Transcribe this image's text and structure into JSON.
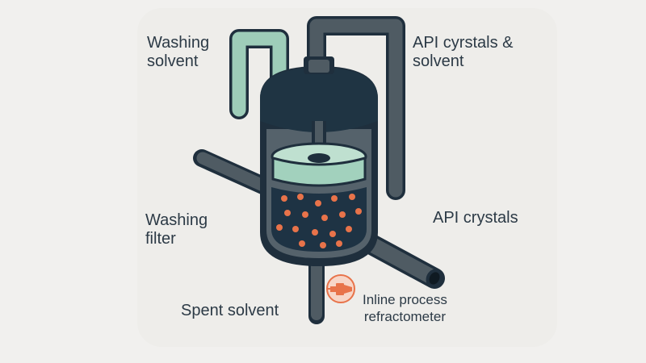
{
  "labels": {
    "washing_solvent": "Washing\nsolvent",
    "api_crystals_solvent": "API cyrstals &\nsolvent",
    "washing_filter": "Washing\nfilter",
    "api_crystals": "API crystals",
    "spent_solvent": "Spent solvent",
    "inline_refractometer": "Inline process\nrefractometer"
  },
  "colors": {
    "background": "#f1f0ee",
    "vessel_outline": "#1f2f3d",
    "vessel_body": "#55626b",
    "vessel_top": "#1f3443",
    "pipe": "#4f5b63",
    "washing_solvent_pipe": "#9ecdb9",
    "filter_cake": "#a2d1bd",
    "slurry": "#1e3344",
    "crystal_dots": "#e8734a",
    "refractometer": "#e8734a",
    "text": "#2c3a46"
  },
  "icons": {
    "refractometer": "refractometer-sensor-icon"
  }
}
